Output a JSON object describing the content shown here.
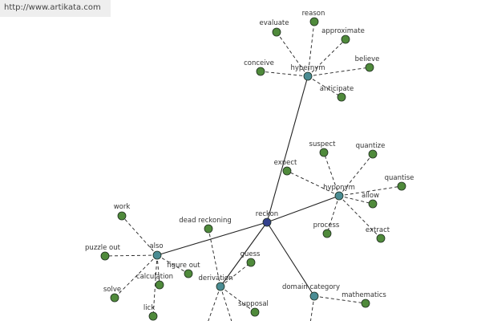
{
  "watermark": "http://www.artikata.com",
  "colors": {
    "leaf": "#4f8a3b",
    "hub": "#4a8c93",
    "center": "#33408c",
    "edge": "#222222",
    "background": "#ffffff"
  },
  "graph": {
    "center": {
      "id": "reckon",
      "label": "reckon"
    },
    "hubs": [
      {
        "id": "hypernym",
        "label": "hypernym",
        "leaves": [
          "evaluate",
          "reason",
          "approximate",
          "conceive",
          "believe",
          "anticipate"
        ]
      },
      {
        "id": "hyponym",
        "label": "hyponym",
        "leaves": [
          "suspect",
          "quantize",
          "expect",
          "quantise",
          "allow",
          "process",
          "extract"
        ]
      },
      {
        "id": "also",
        "label": "also",
        "leaves": [
          "work",
          "puzzle out",
          "figure out",
          "calculation",
          "solve",
          "lick"
        ]
      },
      {
        "id": "derivation",
        "label": "derivation",
        "leaves": [
          "dead reckoning",
          "guess",
          "supposal"
        ]
      },
      {
        "id": "domain-category",
        "label": "domain category",
        "leaves": [
          "mathematics"
        ]
      }
    ]
  }
}
